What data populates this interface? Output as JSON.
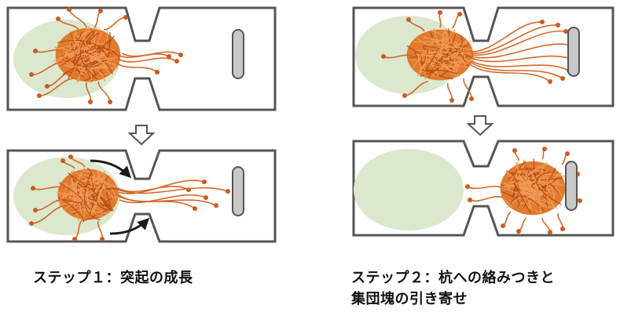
{
  "captions": {
    "step1": "ステップ１：突起の成長",
    "step2_line1": "ステップ２：杭への絡みつきと",
    "step2_line2": "集団塊の引き寄せ"
  },
  "colors": {
    "chamber_outline": "#555555",
    "green_zone": "#dbe8cd",
    "cell_cluster": "#e07a2e",
    "protrusion": "#d4682a",
    "tip_dot": "#cc5a20",
    "post_fill": "#c8c8c8",
    "arrow_outline": "#555555",
    "motion_arrow": "#1a1a1a"
  }
}
